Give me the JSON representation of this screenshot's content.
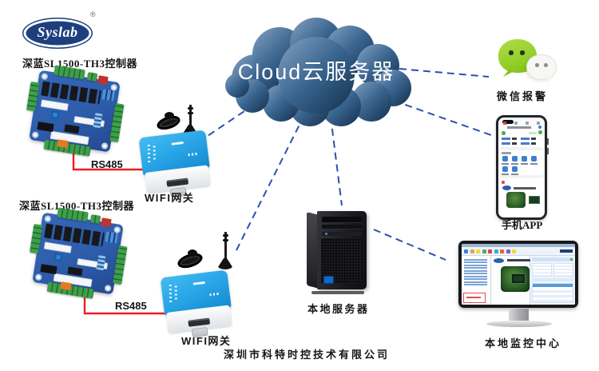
{
  "logo": {
    "text": "Syslab",
    "registered": "®"
  },
  "cloud": {
    "label": "Cloud云服务器"
  },
  "devices": {
    "controller_top": {
      "label": "深蓝SL1500-TH3控制器"
    },
    "controller_bottom": {
      "label": "深蓝SL1500-TH3控制器"
    },
    "gateway_top": {
      "label": "WIFI网关"
    },
    "gateway_bottom": {
      "label": "WIFI网关"
    },
    "server": {
      "label": "本地服务器"
    },
    "monitor": {
      "label": "本地监控中心"
    },
    "wechat": {
      "label": "微信报警"
    },
    "phone": {
      "label": "手机APP"
    }
  },
  "links": {
    "bus_top": {
      "label": "RS485"
    },
    "bus_bottom": {
      "label": "RS485"
    }
  },
  "connections": [
    {
      "from": "gateway_top",
      "to": "cloud",
      "style": "dashed-blue"
    },
    {
      "from": "gateway_bottom",
      "to": "cloud",
      "style": "dashed-blue"
    },
    {
      "from": "cloud",
      "to": "server",
      "style": "dashed-blue"
    },
    {
      "from": "cloud",
      "to": "wechat",
      "style": "dashed-blue"
    },
    {
      "from": "cloud",
      "to": "phone",
      "style": "dashed-blue"
    },
    {
      "from": "server",
      "to": "monitor",
      "style": "dashed-blue"
    },
    {
      "from": "controller_top",
      "to": "gateway_top",
      "style": "solid-red-rs485"
    },
    {
      "from": "controller_bottom",
      "to": "gateway_bottom",
      "style": "solid-red-rs485"
    }
  ],
  "footer": {
    "company": "深圳市科特时控技术有限公司"
  },
  "colors": {
    "link_blue": "#2b4fae",
    "link_red": "#ee1c25",
    "cloud_light": "#84a2c3",
    "cloud_mid": "#39648e",
    "cloud_dark": "#122e4b",
    "gateway_blue": "#2aa7e8",
    "pcb_blue": "#2d5cab",
    "terminal_green": "#3f9e4a",
    "wechat_green": "#93d029"
  }
}
